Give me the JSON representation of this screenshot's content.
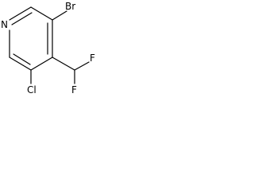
{
  "molecule": {
    "atoms": {
      "n": "N",
      "br": "Br",
      "cl": "Cl",
      "f_top": "F",
      "f_bottom": "F"
    }
  }
}
